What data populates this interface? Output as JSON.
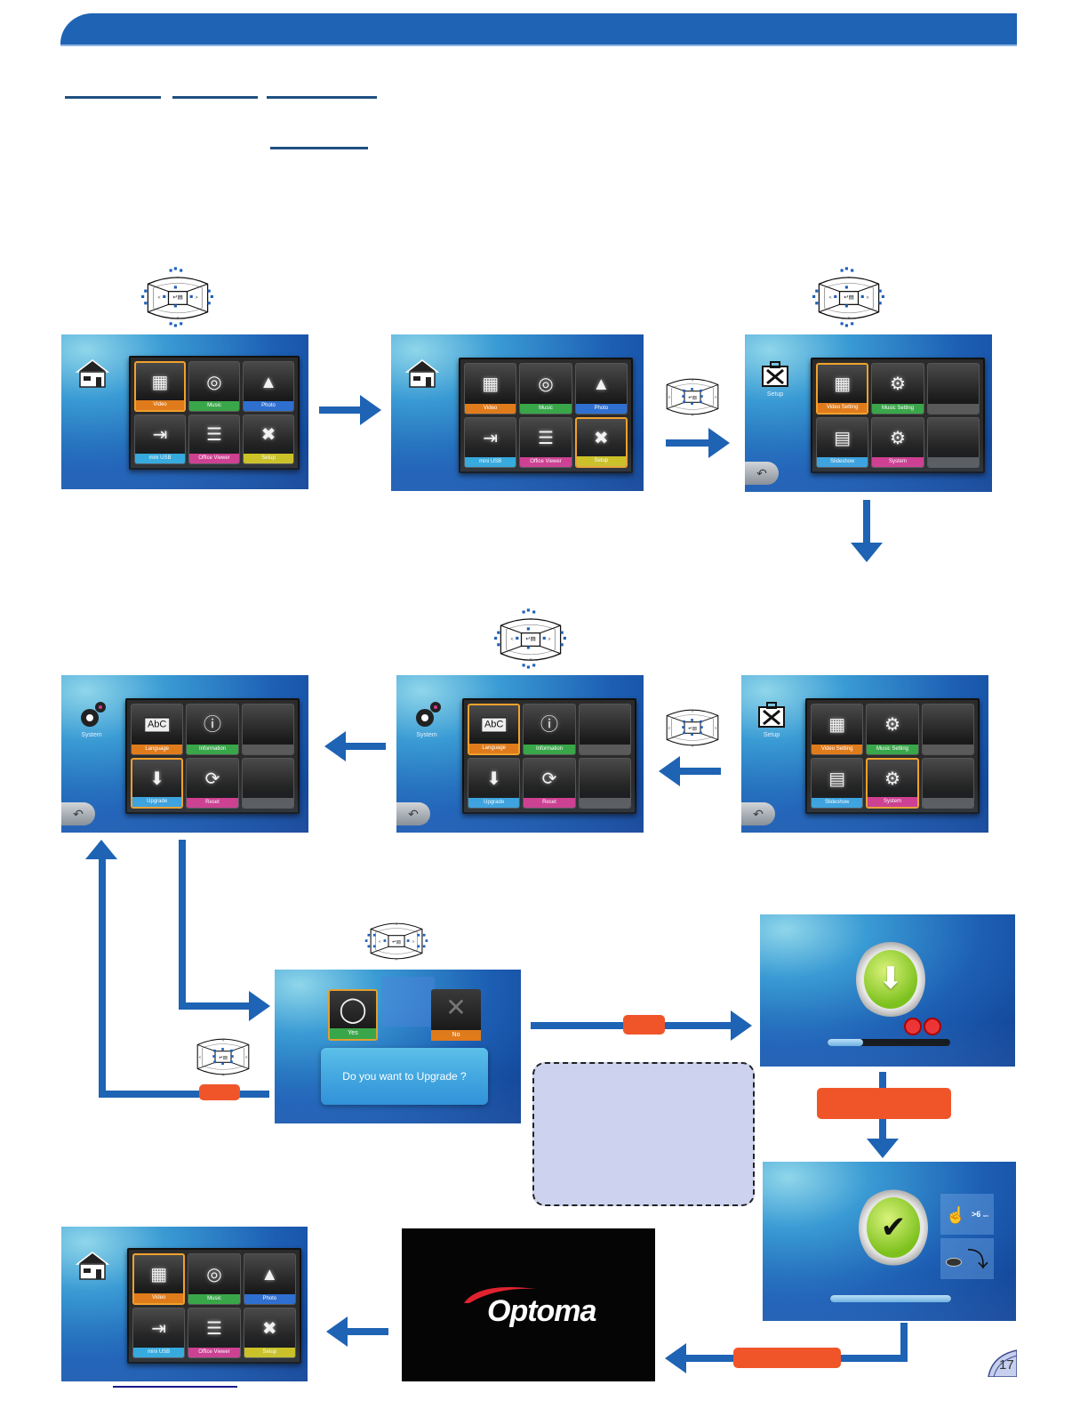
{
  "page": {
    "page_number": "17",
    "colors": {
      "header_blue": "#1e63b4",
      "arrow_blue": "#1e63b4",
      "action_orange": "#f0552a",
      "note_fill": "#cdd3ee",
      "focus_orange": "#f0a12c"
    }
  },
  "home_screen": {
    "title": "Home",
    "icon": "home-icon",
    "tiles": [
      {
        "label": "Video",
        "icon": "film-icon",
        "glyph": "🎞",
        "color": "#e07b1c"
      },
      {
        "label": "Music",
        "icon": "music-disc-icon",
        "glyph": "💿",
        "color": "#3aa64a"
      },
      {
        "label": "Photo",
        "icon": "photo-icon",
        "glyph": "🏞",
        "color": "#2f6fd0"
      },
      {
        "label": "mini USB",
        "icon": "usb-input-icon",
        "glyph": "⇥",
        "color": "#33a9dc"
      },
      {
        "label": "Office Viewer",
        "icon": "document-icon",
        "glyph": "📄",
        "color": "#d23a8c"
      },
      {
        "label": "Setup",
        "icon": "toolbox-icon",
        "glyph": "🧰",
        "color": "#cfc21e"
      }
    ]
  },
  "setup_screen": {
    "title": "Setup",
    "icon": "toolbox-icon",
    "tiles": [
      {
        "label": "Video Setting",
        "icon": "video-setting-icon",
        "glyph": "🎞",
        "color": "#e07b1c"
      },
      {
        "label": "Music Setting",
        "icon": "music-setting-icon",
        "glyph": "⚙",
        "color": "#3aa64a"
      },
      {
        "label": "",
        "icon": "",
        "glyph": "",
        "color": "#5a5a5a"
      },
      {
        "label": "Slideshow",
        "icon": "slideshow-icon",
        "glyph": "🖼",
        "color": "#3aa2dc"
      },
      {
        "label": "System",
        "icon": "system-gears-icon",
        "glyph": "⚙",
        "color": "#d23a8c"
      },
      {
        "label": "",
        "icon": "",
        "glyph": "",
        "color": "#5a5a5a"
      }
    ]
  },
  "system_screen": {
    "title": "System",
    "icon": "system-gears-icon",
    "tiles": [
      {
        "label": "Language",
        "icon": "language-icon",
        "glyph": "ABC",
        "color": "#e07b1c"
      },
      {
        "label": "Information",
        "icon": "information-icon",
        "glyph": "ⓘ",
        "color": "#3aa64a"
      },
      {
        "label": "",
        "icon": "",
        "glyph": "",
        "color": "#5a5a5a"
      },
      {
        "label": "Upgrade",
        "icon": "upgrade-download-icon",
        "glyph": "⬇",
        "color": "#3aa2dc"
      },
      {
        "label": "Reset",
        "icon": "reset-icon",
        "glyph": "⟳",
        "color": "#d23a8c"
      },
      {
        "label": "",
        "icon": "",
        "glyph": "",
        "color": "#5a5a5a"
      }
    ]
  },
  "upgrade_dialog": {
    "question": "Do you want to Upgrade ?",
    "yes_label": "Yes",
    "no_label": "No",
    "yes_glyph": "◯",
    "no_glyph": "✕"
  },
  "upgrading_screen": {
    "icon": "download-refresh-icon",
    "glyph": "⬇",
    "warning_icons": [
      "no-unplug-usb-icon",
      "no-power-off-icon"
    ],
    "progress": 0.29
  },
  "upgrade_complete_screen": {
    "icon": "check-refresh-icon",
    "glyph": "✔",
    "hint_press": ">6",
    "hint_press_unit": "sec",
    "progress": 1.0
  },
  "boot_screen": {
    "brand": "Optoma"
  },
  "remote_pad": {
    "up": "^",
    "down": "v",
    "left": "<",
    "right": ">",
    "center": "↵▤"
  }
}
